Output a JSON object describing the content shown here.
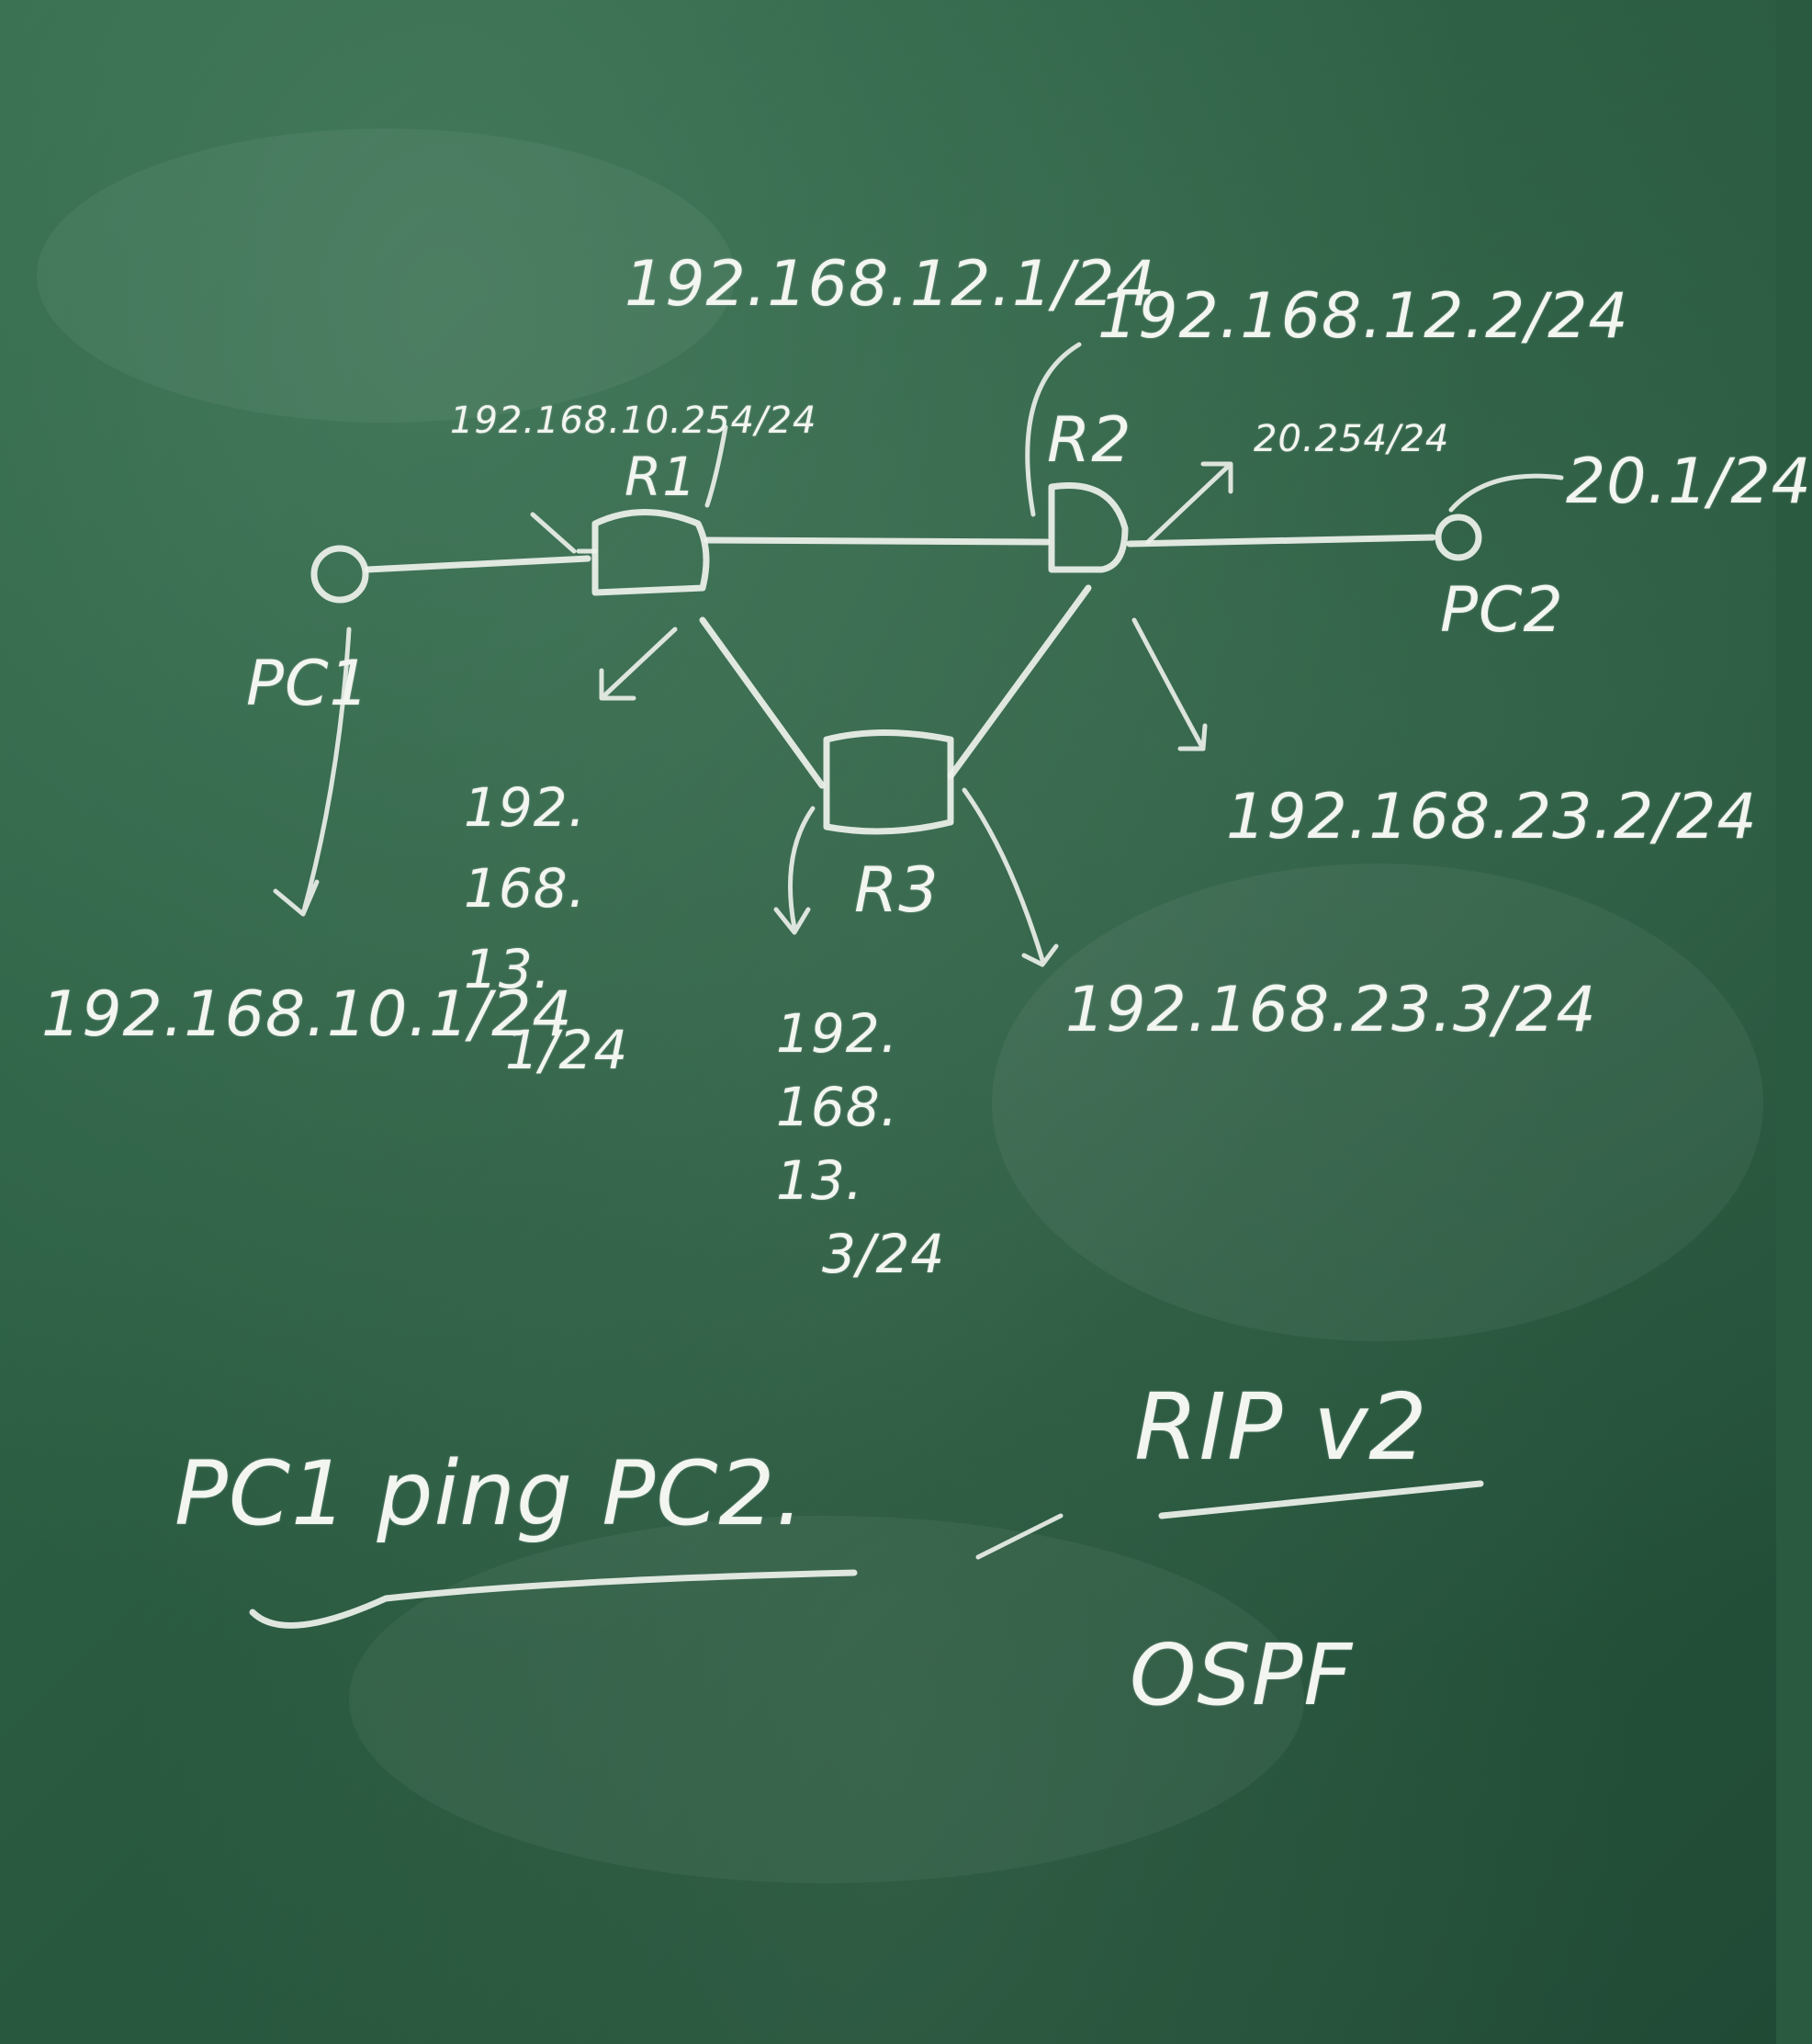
{
  "nodes": {
    "pc1": "PC1",
    "pc2": "PC2",
    "r1": "R1",
    "r2": "R2",
    "r3": "R3"
  },
  "addresses": {
    "r1_r2_link_r1": "192.168.12.1/24",
    "r1_r2_link_r2": "192.168.12.2/24",
    "r1_pc1_side": "192.168.10.254/24",
    "r2_pc2_side": "20.254/24",
    "pc2": "20.1/24",
    "pc1": "192.168.10.1/24",
    "r2_r3_link_r2": "192.168.23.2/24",
    "r2_r3_link_r3": "192.168.23.3/24",
    "r1_r3_link_r1": [
      "192.",
      "168.",
      "13.",
      "1/24"
    ],
    "r1_r3_link_r3": [
      "192.",
      "168.",
      "13.",
      "3/24"
    ]
  },
  "notes": {
    "task": "PC1 ping PC2.",
    "protocol_1": "RIP v2",
    "protocol_2": "OSPF"
  }
}
